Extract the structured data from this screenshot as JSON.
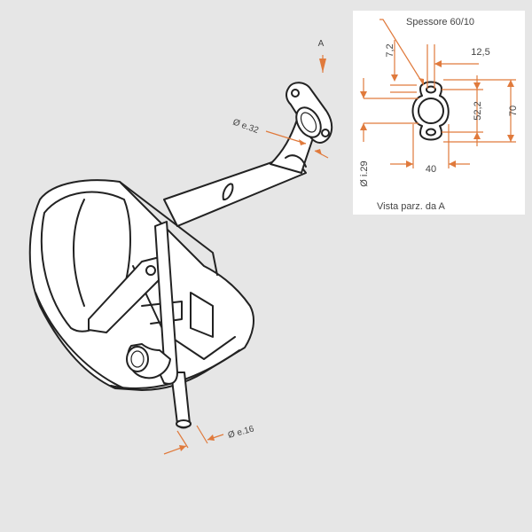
{
  "colors": {
    "background": "#e6e6e6",
    "inset_background": "#ffffff",
    "line": "#222222",
    "dimension": "#e07a3c",
    "text": "#444444"
  },
  "main_view": {
    "view_arrow_label": "A",
    "inlet_diameter_label": "Ø e.32",
    "tailpipe_diameter_label": "Ø e.16"
  },
  "inset": {
    "thickness_label": "Spessore 60/10",
    "dim_7_2": "7,2",
    "dim_12_5": "12,5",
    "dim_52_2": "52,2",
    "dim_70": "70",
    "dim_40": "40",
    "dim_hole": "Ø i.29",
    "caption": "Vista parz. da A"
  }
}
